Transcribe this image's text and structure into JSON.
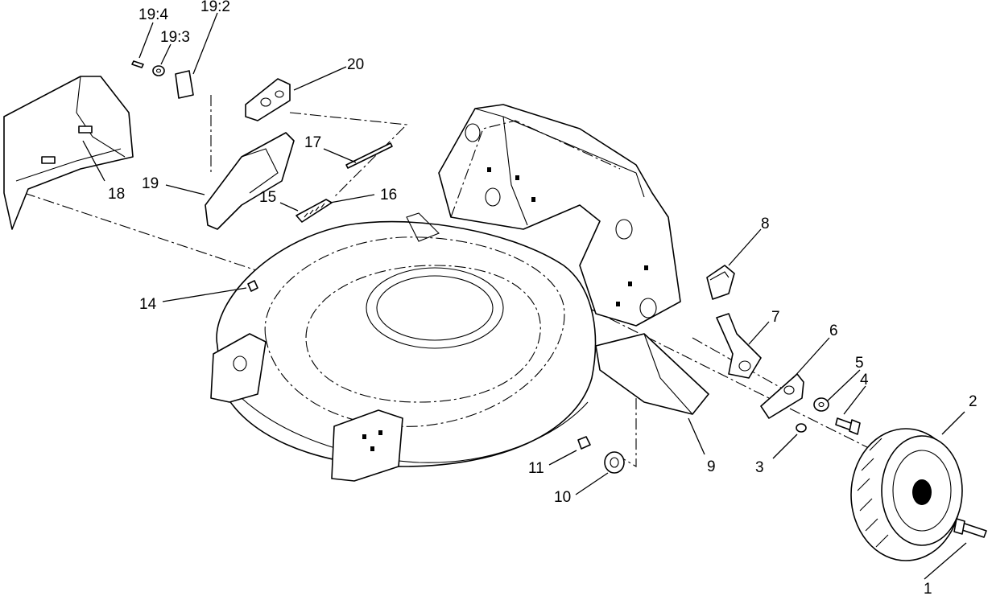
{
  "diagram": {
    "callouts": [
      {
        "id": "c1",
        "text": "1"
      },
      {
        "id": "c2",
        "text": "2"
      },
      {
        "id": "c3",
        "text": "3"
      },
      {
        "id": "c4",
        "text": "4"
      },
      {
        "id": "c5",
        "text": "5"
      },
      {
        "id": "c6",
        "text": "6"
      },
      {
        "id": "c7",
        "text": "7"
      },
      {
        "id": "c8",
        "text": "8"
      },
      {
        "id": "c9",
        "text": "9"
      },
      {
        "id": "c10",
        "text": "10"
      },
      {
        "id": "c11",
        "text": "11"
      },
      {
        "id": "c14",
        "text": "14"
      },
      {
        "id": "c15",
        "text": "15"
      },
      {
        "id": "c16",
        "text": "16"
      },
      {
        "id": "c17",
        "text": "17"
      },
      {
        "id": "c18",
        "text": "18"
      },
      {
        "id": "c19",
        "text": "19"
      },
      {
        "id": "c19_2",
        "text": "19:2"
      },
      {
        "id": "c19_3",
        "text": "19:3"
      },
      {
        "id": "c19_4",
        "text": "19:4"
      },
      {
        "id": "c20",
        "text": "20"
      }
    ]
  }
}
